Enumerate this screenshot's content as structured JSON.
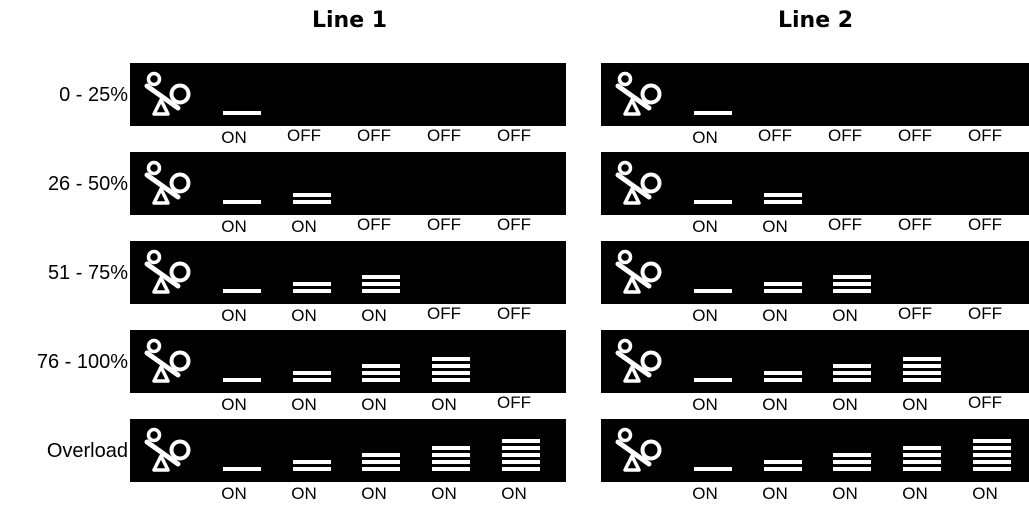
{
  "line1_title": "Line 1",
  "line2_title": "Line 2",
  "rows": [
    {
      "label": "0 - 25%",
      "on_count": 1,
      "states": [
        "ON",
        "OFF",
        "OFF",
        "OFF",
        "OFF"
      ]
    },
    {
      "label": "26 - 50%",
      "on_count": 2,
      "states": [
        "ON",
        "ON",
        "OFF",
        "OFF",
        "OFF"
      ]
    },
    {
      "label": "51 - 75%",
      "on_count": 3,
      "states": [
        "ON",
        "ON",
        "ON",
        "OFF",
        "OFF"
      ]
    },
    {
      "label": "76 - 100%",
      "on_count": 4,
      "states": [
        "ON",
        "ON",
        "ON",
        "ON",
        "OFF"
      ]
    },
    {
      "label": "Overload",
      "on_count": 5,
      "states": [
        "ON",
        "ON",
        "ON",
        "ON",
        "ON"
      ]
    }
  ],
  "icon": "load-balance-icon",
  "colors": {
    "panel": "#000000",
    "segment": "#ffffff"
  }
}
